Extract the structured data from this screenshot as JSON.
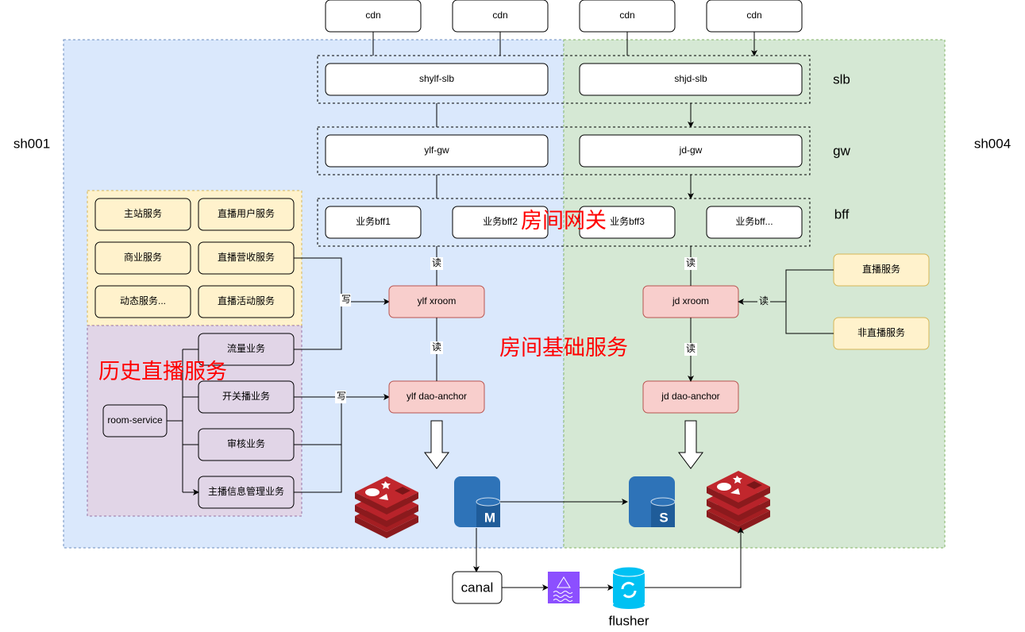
{
  "regions": {
    "left_label": "sh001",
    "right_label": "sh004"
  },
  "layer_labels": {
    "slb": "slb",
    "gw": "gw",
    "bff": "bff"
  },
  "cdn": [
    "cdn",
    "cdn",
    "cdn",
    "cdn"
  ],
  "slb": [
    "shylf-slb",
    "shjd-slb"
  ],
  "gw": [
    "ylf-gw",
    "jd-gw"
  ],
  "bff": [
    "业务bff1",
    "业务bff2",
    "业务bff3",
    "业务bff..."
  ],
  "annotations": {
    "gateway": "房间网关",
    "base_service": "房间基础服务",
    "history_service": "历史直播服务"
  },
  "services_top": [
    "主站服务",
    "直播用户服务",
    "商业服务",
    "直播营收服务",
    "动态服务...",
    "直播活动服务"
  ],
  "history": {
    "room_service": "room-service",
    "items": [
      "流量业务",
      "开关播业务",
      "审核业务",
      "主播信息管理业务"
    ]
  },
  "ylf": {
    "xroom": "ylf xroom",
    "dao": "ylf dao-anchor"
  },
  "jd": {
    "xroom": "jd xroom",
    "dao": "jd dao-anchor"
  },
  "right_services": [
    "直播服务",
    "非直播服务"
  ],
  "edge_labels": {
    "read": "读",
    "write": "写"
  },
  "db": {
    "master": "M",
    "slave": "S"
  },
  "pipeline": {
    "canal": "canal",
    "flusher": "flusher"
  },
  "colors": {
    "blue_zone": "#dae8fc",
    "green_zone": "#d5e8d4",
    "yellow": "#fff2cc",
    "purple": "#e1d5e7",
    "pink": "#f8cecc",
    "red_text": "#ff0000",
    "redis": "#c1272d",
    "db": "#2e73b8",
    "kafka": "#8c4fff",
    "flusher": "#00c1f3"
  }
}
